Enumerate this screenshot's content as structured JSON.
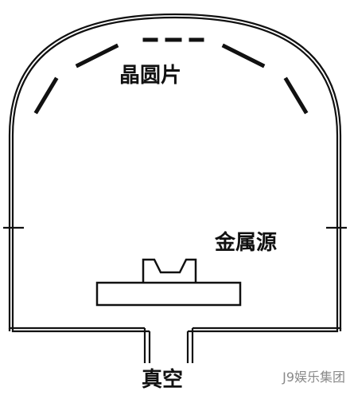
{
  "diagram": {
    "wafer_label": "晶圆片",
    "source_label": "金属源",
    "vacuum_label": "真空"
  },
  "watermark": {
    "text": "J9娱乐集团"
  },
  "colors": {
    "stroke": "#111111",
    "background": "#ffffff",
    "watermark": "#8a8a8a"
  }
}
